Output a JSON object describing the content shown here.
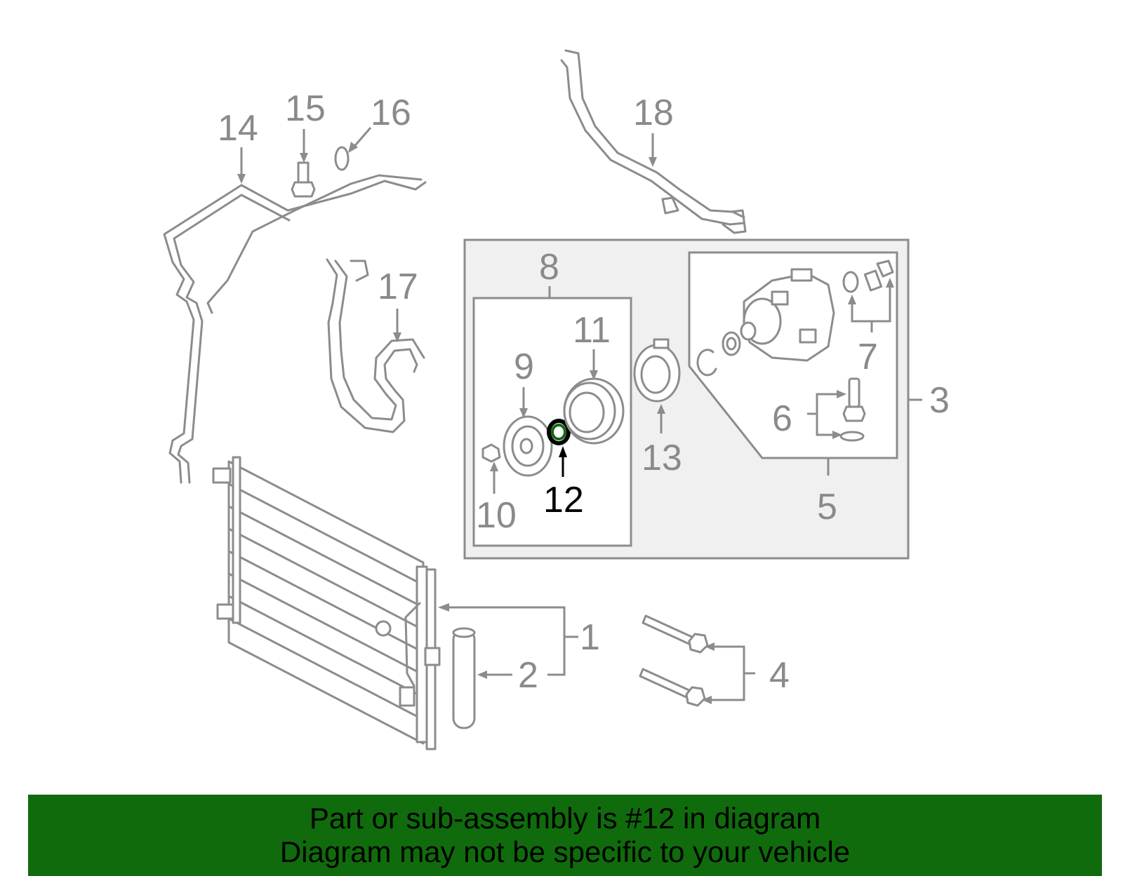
{
  "callouts": {
    "n1": "1",
    "n2": "2",
    "n3": "3",
    "n4": "4",
    "n5": "5",
    "n6": "6",
    "n7": "7",
    "n8": "8",
    "n9": "9",
    "n10": "10",
    "n11": "11",
    "n12": "12",
    "n13": "13",
    "n14": "14",
    "n15": "15",
    "n16": "16",
    "n17": "17",
    "n18": "18"
  },
  "highlight": {
    "part_number": "12",
    "color": "#106b0c"
  },
  "banner": {
    "line1": "Part or sub-assembly is #12 in diagram",
    "line2": "Diagram may not be specific to your vehicle",
    "background": "#106b0c"
  }
}
